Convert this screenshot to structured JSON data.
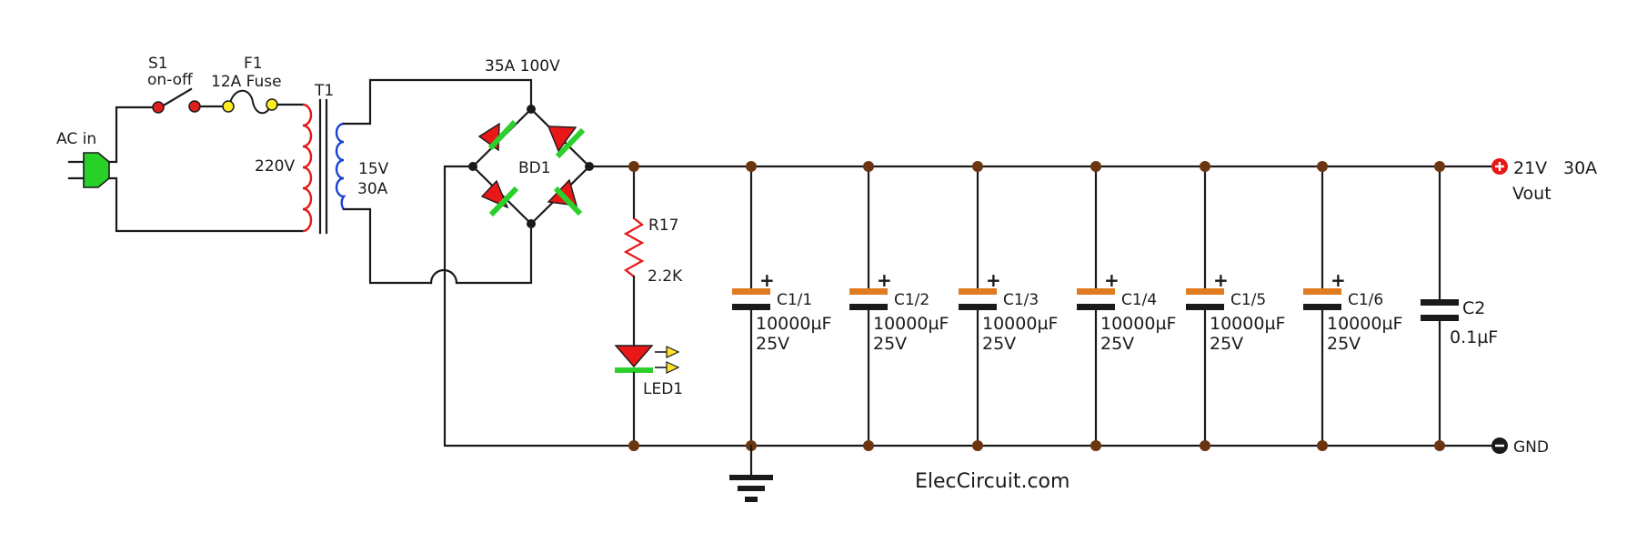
{
  "labels": {
    "ac_in": "AC in",
    "switch_name": "S1",
    "switch_desc": "on-off",
    "fuse_name": "F1",
    "fuse_desc": "12A Fuse",
    "transformer": "T1",
    "primary_voltage": "220V",
    "secondary_voltage": "15V",
    "secondary_current": "30A",
    "bridge_rating": "35A 100V",
    "bridge_name": "BD1",
    "resistor_name": "R17",
    "resistor_value": "2.2K",
    "led_name": "LED1",
    "cap_c2_name": "C2",
    "cap_c2_value": "0.1µF",
    "out_voltage": "21V",
    "out_current": "30A",
    "out_label": "Vout",
    "gnd_label": "GND",
    "site": "ElecCircuit.com",
    "polarity_mark": "+"
  },
  "capacitors": [
    {
      "name": "C1/1",
      "value": "10000µF",
      "voltage": "25V"
    },
    {
      "name": "C1/2",
      "value": "10000µF",
      "voltage": "25V"
    },
    {
      "name": "C1/3",
      "value": "10000µF",
      "voltage": "25V"
    },
    {
      "name": "C1/4",
      "value": "10000µF",
      "voltage": "25V"
    },
    {
      "name": "C1/5",
      "value": "10000µF",
      "voltage": "25V"
    },
    {
      "name": "C1/6",
      "value": "10000µF",
      "voltage": "25V"
    }
  ],
  "colors": {
    "wire": "#1a1a1a",
    "plug": "#27d127",
    "primary_coil": "#e41818",
    "secondary_coil": "#1c3fd6",
    "diode_body": "#e81818",
    "diode_bar": "#2ccf2c",
    "switch_contact": "#e01e1e",
    "fuse_contact": "#ffee22",
    "junction": "#6b3512",
    "capacitor_plate": "#e07b22",
    "resistor": "#e41818",
    "led_arrow": "#ffe22a",
    "out_plus": "#e81818"
  }
}
